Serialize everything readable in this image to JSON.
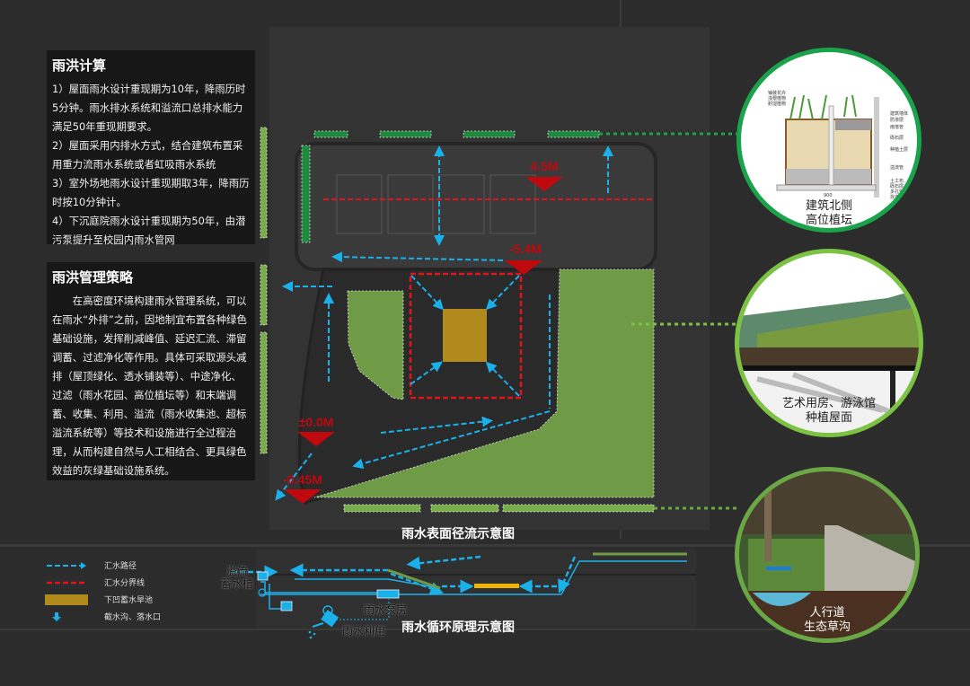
{
  "panel_calc": {
    "title": "雨洪计算",
    "items": [
      "1）屋面雨水设计重现期为10年，降雨历时5分钟。雨水排水系统和溢流口总排水能力满足50年重现期要求。",
      "2）屋面采用内排水方式，结合建筑布置采用重力流雨水系统或者虹吸雨水系统",
      "3）室外场地雨水设计重现期取3年，降雨历时按10分钟计。",
      "4）下沉庭院雨水设计重现期为50年，由潜污泵提升至校园内雨水管网"
    ]
  },
  "panel_strategy": {
    "title": "雨洪管理策略",
    "body": "在高密度环境构建雨水管理系统，可以在雨水“外排”之前，因地制宜布置各种绿色基础设施，发挥削减峰值、延迟汇流、滞留调蓄、过滤净化等作用。具体可采取源头减排（屋顶绿化、透水铺装等）、中途净化、过滤（雨水花园、高位植坛等）和末端调蓄、收集、利用、溢流（雨水收集池、超标溢流系统等）等技术和设施进行全过程治理，从而构建自然与人工相结合、更具绿色效益的灰绿基础设施系统。"
  },
  "plan": {
    "elevations": [
      "4.5M",
      "-5.4M",
      "±0.0M",
      "-0.45M"
    ],
    "title": "雨水表面径流示意图"
  },
  "section": {
    "title": "雨水循环原理示意图",
    "labels": {
      "overflow_tank": "溢流\n蓄水槽",
      "pump_room": "雨水泵房",
      "reuse": "雨水利用"
    }
  },
  "legend": [
    {
      "label": "汇水路径",
      "icon": "blue-dashed-arrow"
    },
    {
      "label": "汇水分界线",
      "icon": "red-dashed-line"
    },
    {
      "label": "下凹蓄水旱池",
      "icon": "ochre-box"
    },
    {
      "label": "截水沟、落水口",
      "icon": "blue-down-arrow"
    }
  ],
  "details": [
    {
      "caption_1": "建筑北侧",
      "caption_2": "高位植坛",
      "annotations": [
        "铺装花卉",
        "浅根植物",
        "耐湿植物",
        "建筑墙体",
        "防渗层",
        "雨落管",
        "砾石层",
        "种植土层",
        "溢流管",
        "土工布",
        "砾石层",
        "多孔管",
        "找平层",
        "900"
      ]
    },
    {
      "caption_1": "艺术用房、游泳馆",
      "caption_2": "种植屋面"
    },
    {
      "caption_1": "人行道",
      "caption_2": "生态草沟"
    }
  ],
  "colors": {
    "background": "#2c2c2c",
    "blue": "#1ab0ea",
    "red": "#e0141b",
    "green": "#6f9a46",
    "ochre": "#b08a1c",
    "circle_green": "#1aa34a",
    "circle_lightgreen": "#7cc243"
  }
}
